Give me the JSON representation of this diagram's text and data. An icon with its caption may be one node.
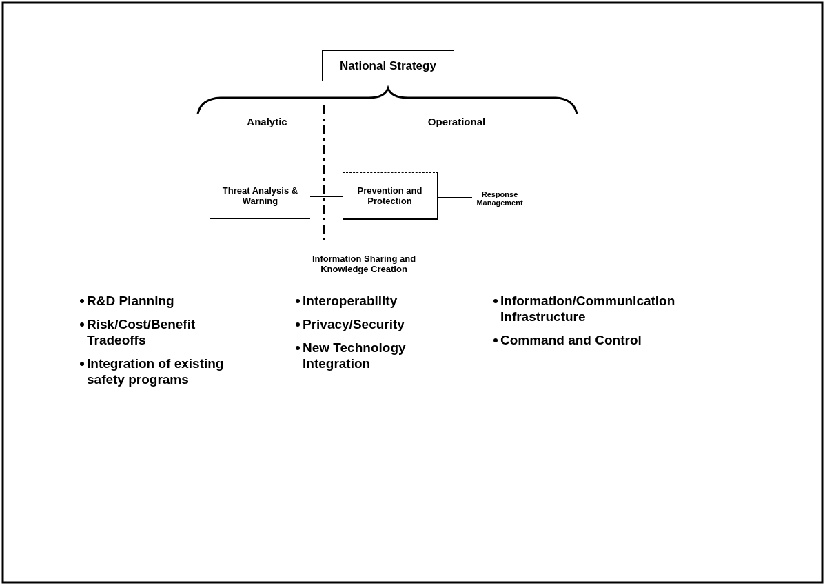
{
  "diagram": {
    "nodes": [
      {
        "text": [
          "National Strategy"
        ]
      },
      {
        "text": [
          "Threat Analysis & Warning"
        ]
      },
      {
        "text": [
          "Prevention and Protection"
        ]
      },
      {
        "text": [
          "Response Management"
        ]
      }
    ],
    "edges": [
      {
        "from": 1,
        "to": 2,
        "arrow": "none"
      },
      {
        "from": 2,
        "to": 3,
        "arrow": "none"
      }
    ],
    "labels": [
      "Analytic",
      "Operational",
      "Information Sharing and Knowledge Creation",
      "R&D Planning",
      "Risk/Cost/Benefit Tradeoffs",
      "Integration of existing safety programs",
      "Interoperability",
      "Privacy/Security",
      "New Technology Integration",
      "Information/Communication Infrastructure",
      "Command and Control"
    ]
  }
}
